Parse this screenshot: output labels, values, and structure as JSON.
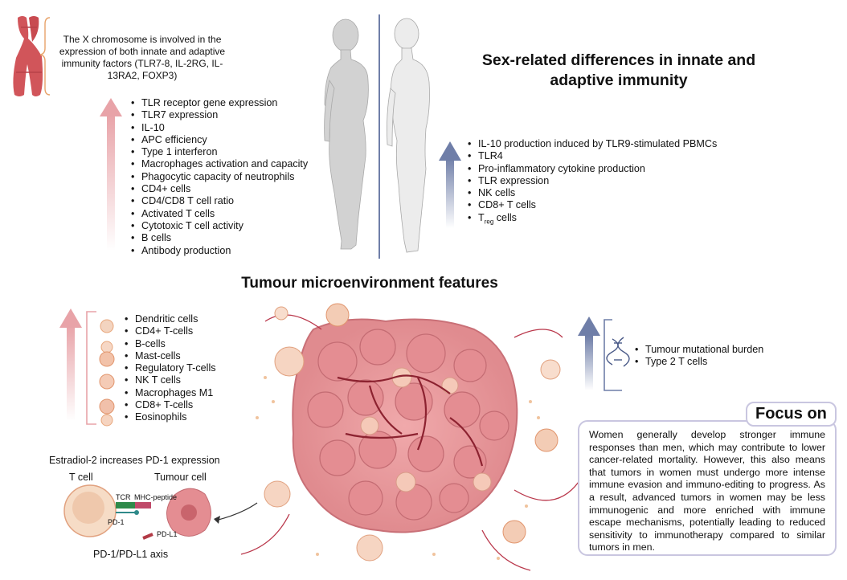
{
  "header": {
    "x_chromosome_note": "The X chromosome is involved in the expression of both innate and adaptive immunity factors (TLR7-8, IL-2RG, IL-13RA2, FOXP3)",
    "main_title": "Sex-related differences in innate and adaptive immunity"
  },
  "female_increased": [
    "TLR receptor gene expression",
    "TLR7 expression",
    "IL-10",
    "APC efficiency",
    "Type 1 interferon",
    "Macrophages activation and capacity",
    "Phagocytic capacity of neutrophils",
    "CD4+ cells",
    "CD4/CD8 T cell ratio",
    "Activated T cells",
    "Cytotoxic T cell activity",
    "B cells",
    "Antibody production"
  ],
  "male_increased": [
    "IL-10 production induced by TLR9-stimulated PBMCs",
    "TLR4",
    "Pro-inflammatory cytokine production",
    "TLR expression",
    "NK cells",
    "CD8+ T cells"
  ],
  "male_treg": {
    "main": "T",
    "sub": "reg",
    "rest": " cells"
  },
  "tme": {
    "title": "Tumour microenvironment features",
    "female_cells": [
      "Dendritic cells",
      "CD4+ T-cells",
      "B-cells",
      "Mast-cells",
      "Regulatory T-cells",
      "NK T cells",
      "Macrophages M1",
      "CD8+ T-cells",
      "Eosinophils"
    ],
    "male_features": [
      "Tumour mutational burden",
      "Type 2 T cells"
    ]
  },
  "pd1": {
    "heading": "Estradiol-2 increases PD-1 expression",
    "t_cell": "T cell",
    "tumour_cell": "Tumour cell",
    "tcr": "TCR",
    "mhc": "MHC-peptide",
    "pd1": "PD-1",
    "pdl1": "PD-L1",
    "axis": "PD-1/PD-L1 axis"
  },
  "focus": {
    "title": "Focus on",
    "text": "Women generally develop stronger immune responses than men, which may contribute to lower cancer-related mortality. However, this also means that tumors in women must undergo more intense immune evasion and immuno-editing to progress. As a result, advanced tumors in women may be less immunogenic and more enriched with immune escape mechanisms, potentially leading to reduced sensitivity to immunotherapy compared to similar tumors in men."
  },
  "colors": {
    "female_arrow": "#e8a3a8",
    "male_arrow": "#6f7ea8",
    "tumour_pink": "#e99a9c",
    "vessel": "#8c2230",
    "body_female": "#d2d2d2",
    "body_male": "#e8e8e8",
    "divider": "#6f7ea8",
    "focus_border": "#c9c6e0"
  },
  "icons": [
    "x-chromosome-icon",
    "female-body-icon",
    "male-body-icon",
    "dna-icon",
    "tumour-mass-icon",
    "immune-cell-icon"
  ]
}
